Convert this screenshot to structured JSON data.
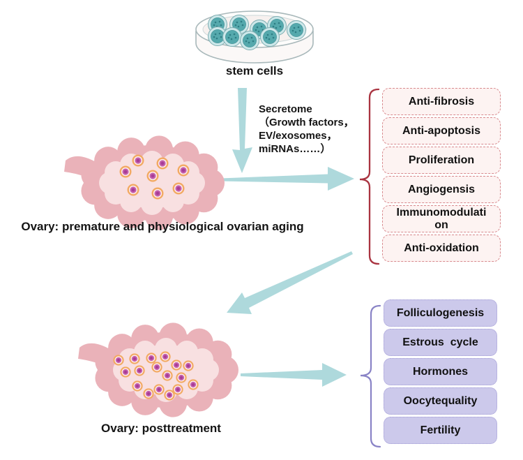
{
  "labels": {
    "stem_cells": "stem cells",
    "ovary_aging": "Ovary: premature and physiological ovarian aging",
    "ovary_post": "Ovary: posttreatment"
  },
  "secretome": {
    "title": "Secretome",
    "line2": "（Growth factors，",
    "line3": "EV/exosomes，",
    "line4": "miRNAs……）"
  },
  "effects": {
    "items": [
      "Anti-fibrosis",
      "Anti-apoptosis",
      "Proliferation",
      "Angiogensis",
      "Immunomodulation",
      "Anti-oxidation"
    ]
  },
  "outcomes": {
    "items": [
      "Folliculogenesis",
      "Estrous  cycle",
      "Hormones",
      "Oocytequality",
      "Fertility"
    ]
  },
  "colors": {
    "arrow": "#aed9dc",
    "effects_box_fill": "#fdf3f2",
    "effects_box_border": "#d8898d",
    "effects_brace": "#a93340",
    "outcomes_box_fill": "#ccc9eb",
    "outcomes_box_border": "#a29dd6",
    "outcomes_brace": "#8983c6",
    "dish_cell": "#55a9ad",
    "dish_cell_rim": "#cde8ea",
    "ovary_outer": "#eab2b9",
    "ovary_inner": "#f8e0e1",
    "follicle_ring": "#f2a963",
    "follicle_core": "#c45fae"
  }
}
